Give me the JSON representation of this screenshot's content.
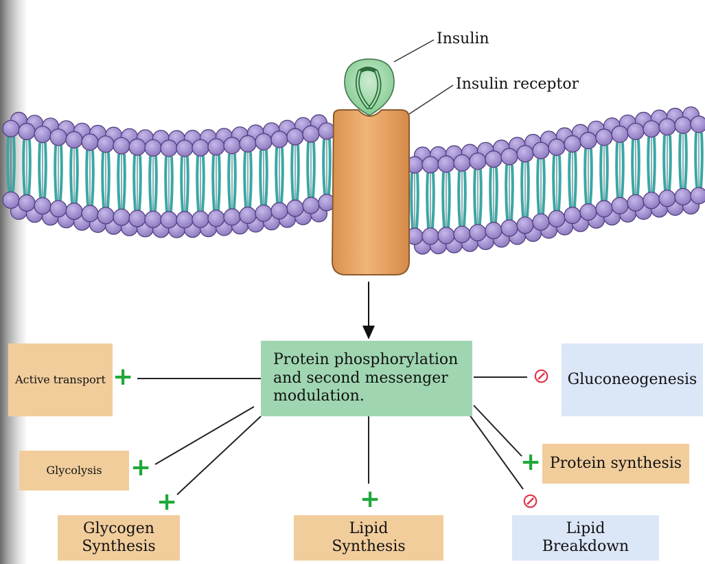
{
  "labels": {
    "insulin": "Insulin",
    "insulin_receptor": "Insulin receptor"
  },
  "center_box": {
    "line1": "Protein phosphorylation",
    "line2": "and second messenger",
    "line3": "modulation."
  },
  "effects": {
    "active_transport": "Active transport",
    "glycolysis": "Glycolysis",
    "glycogen_synthesis": {
      "line1": "Glycogen",
      "line2": "Synthesis"
    },
    "lipid_synthesis": {
      "line1": "Lipid",
      "line2": "Synthesis"
    },
    "lipid_breakdown": {
      "line1": "Lipid",
      "line2": "Breakdown"
    },
    "protein_synthesis": "Protein synthesis",
    "gluconeogenesis": "Gluconeogenesis"
  },
  "signs": {
    "stimulate": "+",
    "inhibit": "⊘"
  },
  "colors": {
    "stimulate_green": "#1fa83a",
    "inhibit_red": "#e0364e",
    "phospholipid_head": "#9b88c9",
    "lipid_tail": "#3aa6a6",
    "receptor": "#e8a76a",
    "insulin": "#8fd19a",
    "stimulated_box": "#f1cd9c",
    "inhibited_box": "#dbe6f7",
    "central_box": "#9fd6b1"
  }
}
